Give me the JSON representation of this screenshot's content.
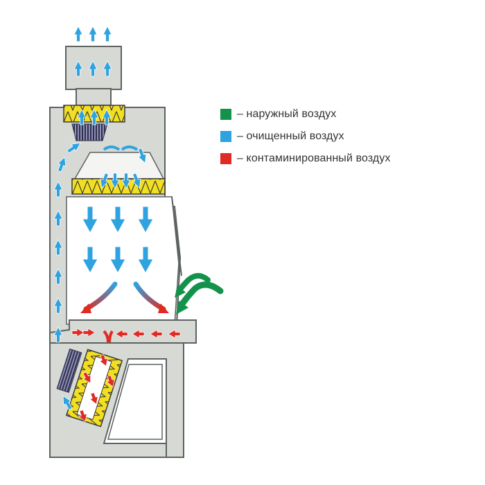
{
  "colors": {
    "cabinet_fill": "#d6d9d4",
    "cabinet_stroke": "#5d6161",
    "filter_yellow": "#f3df22",
    "filter_dark": "#4a4a64",
    "blue_air": "#2ea3df",
    "red_air": "#e02a23",
    "green_air": "#12924a"
  },
  "legend": {
    "items": [
      {
        "color": "#12924a",
        "label": "– наружный воздух",
        "icon": "green-square"
      },
      {
        "color": "#2ea3df",
        "label": "– очищенный воздух",
        "icon": "blue-square"
      },
      {
        "color": "#e02a23",
        "label": "– контаминированный воздух",
        "icon": "red-square"
      }
    ]
  }
}
